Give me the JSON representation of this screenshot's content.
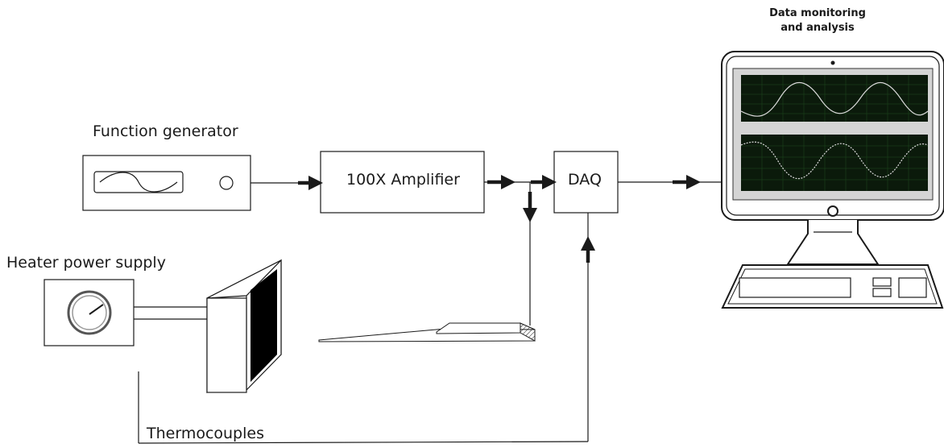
{
  "labels": {
    "function_generator": "Function generator",
    "amplifier": "100X Amplifier",
    "daq": "DAQ",
    "heater_power_supply": "Heater power supply",
    "thermocouples": "Thermocouples",
    "data_monitoring_line1": "Data monitoring",
    "data_monitoring_line2": "and analysis"
  },
  "colors": {
    "stroke": "#1a1a1a",
    "screen_background": "#0b1a0b",
    "screen_grid": "#1f4a1f",
    "trace": "#d8d8d8",
    "heater_face": "#000000"
  }
}
